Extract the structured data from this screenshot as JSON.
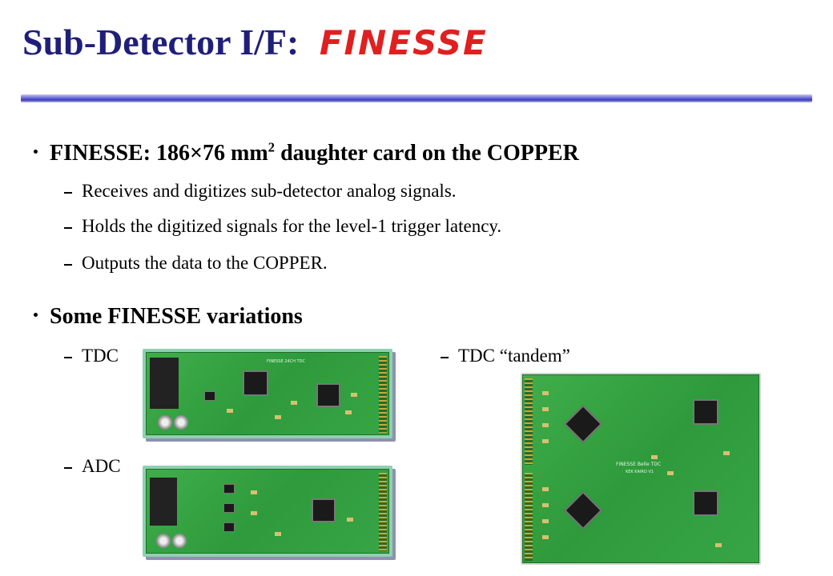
{
  "title": {
    "main": "Sub-Detector I/F: ",
    "accent": "FINESSE",
    "accent_color": "#e02020",
    "main_color": "#1f1f7a"
  },
  "bullets": [
    {
      "pre": "FINESSE: 186",
      "times": "×",
      "post": "76 mm",
      "sup": "2",
      "tail": " daughter card on the COPPER",
      "subs": [
        "Receives and digitizes sub-detector analog signals.",
        "Holds the digitized signals for the level-1 trigger latency.",
        "Outputs the data to the COPPER."
      ]
    },
    {
      "text": "Some FINESSE variations",
      "subs": [
        "TDC",
        "ADC",
        "TDC “tandem”"
      ]
    }
  ],
  "boards": {
    "tdc_silk": "FINESSE 24CH TDC",
    "tandem_silk": "FINESSE Belle TDC",
    "tandem_silk2": "KEK KAIRO V1"
  }
}
